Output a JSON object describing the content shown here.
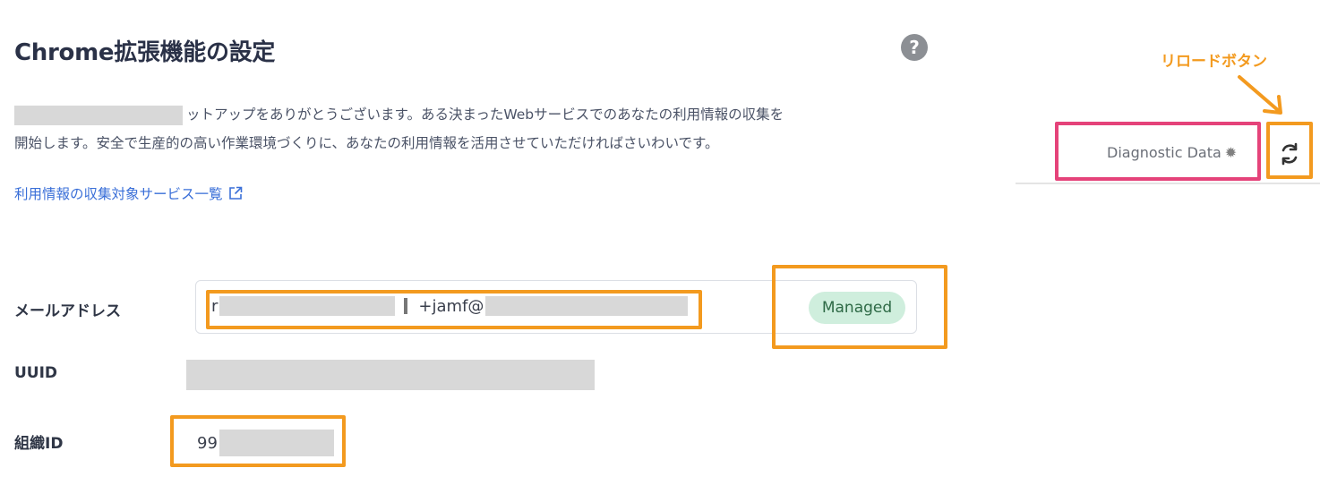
{
  "page": {
    "title": "Chrome拡張機能の設定",
    "help_icon_symbol": "?"
  },
  "description": {
    "line1": "ットアップをありがとうございます。ある決まったWebサービスでのあなたの利用情報の収集を",
    "line2": "開始します。安全で生産的の高い作業環境づくりに、あなたの利用情報を活用させていただければさいわいです。"
  },
  "services_link": {
    "label": "利用情報の収集対象サービス一覧"
  },
  "fields": {
    "email_label": "メールアドレス",
    "email_prefix": "r",
    "email_middle": "+jamf@",
    "managed_badge": "Managed",
    "uuid_label": "UUID",
    "org_label": "組織ID",
    "org_value_prefix": "99"
  },
  "panel": {
    "diagnostic_label": "Diagnostic Data",
    "gear_symbol": "✹",
    "reload_callout": "リロードボタン"
  },
  "colors": {
    "highlight_orange": "#f39a1f",
    "highlight_pink": "#e5437a",
    "managed_bg": "#cfeedd",
    "link": "#3a6fd8"
  }
}
